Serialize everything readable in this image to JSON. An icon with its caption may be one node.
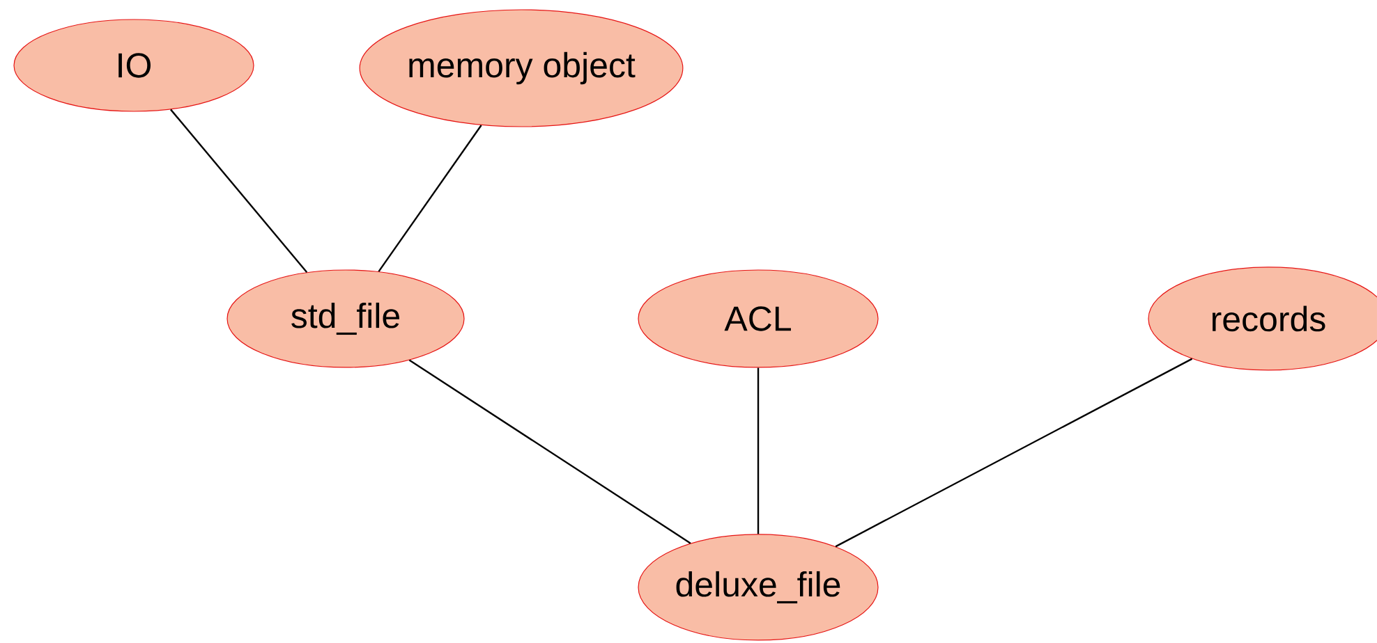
{
  "diagram": {
    "nodes": [
      {
        "text": [
          "IO"
        ]
      },
      {
        "text": [
          "memory object"
        ]
      },
      {
        "text": [
          "std_file"
        ]
      },
      {
        "text": [
          "ACL"
        ]
      },
      {
        "text": [
          "records"
        ]
      },
      {
        "text": [
          "deluxe_file"
        ]
      }
    ],
    "edges": [
      {
        "from": 0,
        "to": 2,
        "arrow": "none"
      },
      {
        "from": 1,
        "to": 2,
        "arrow": "none"
      },
      {
        "from": 2,
        "to": 5,
        "arrow": "none"
      },
      {
        "from": 3,
        "to": 5,
        "arrow": "none"
      },
      {
        "from": 4,
        "to": 5,
        "arrow": "none"
      }
    ]
  }
}
